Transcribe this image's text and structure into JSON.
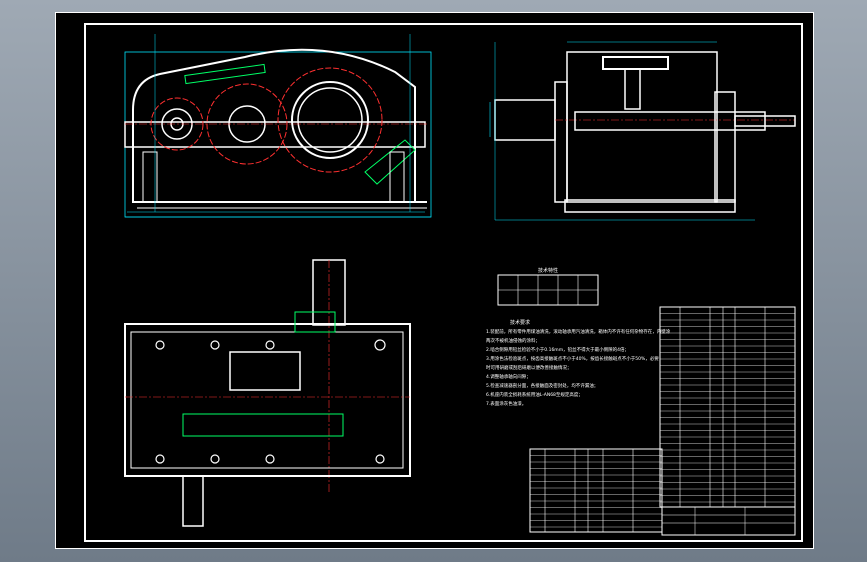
{
  "drawing": {
    "spec_table_title": "技术特性",
    "notes_title": "技术要求",
    "notes_lines": [
      "1.装配前，所有零件用煤油清洗，滚动轴承用汽油清洗，箱体内不许有任何杂物存在，内壁涂",
      "两次不被机油侵蚀的涂料；",
      "2.啮合侧隙用铅丝检验不小于0.16mm，铅丝不得大于最小侧隙的4倍；",
      "3.用涂色法检验斑点，按齿高接触斑点不小于40%，按齿长接触斑点不小于50%，必要",
      "时可用研磨或刮后研磨以便改善接触情况；",
      "4.调整轴承轴向间隙；",
      "5.检查减速器剖分面，各接触面及密封处，均不许漏油；",
      "6.机座内装全损耗系统用油L-AN68至规定高度；",
      "7.表面涂灰色油漆。"
    ]
  }
}
